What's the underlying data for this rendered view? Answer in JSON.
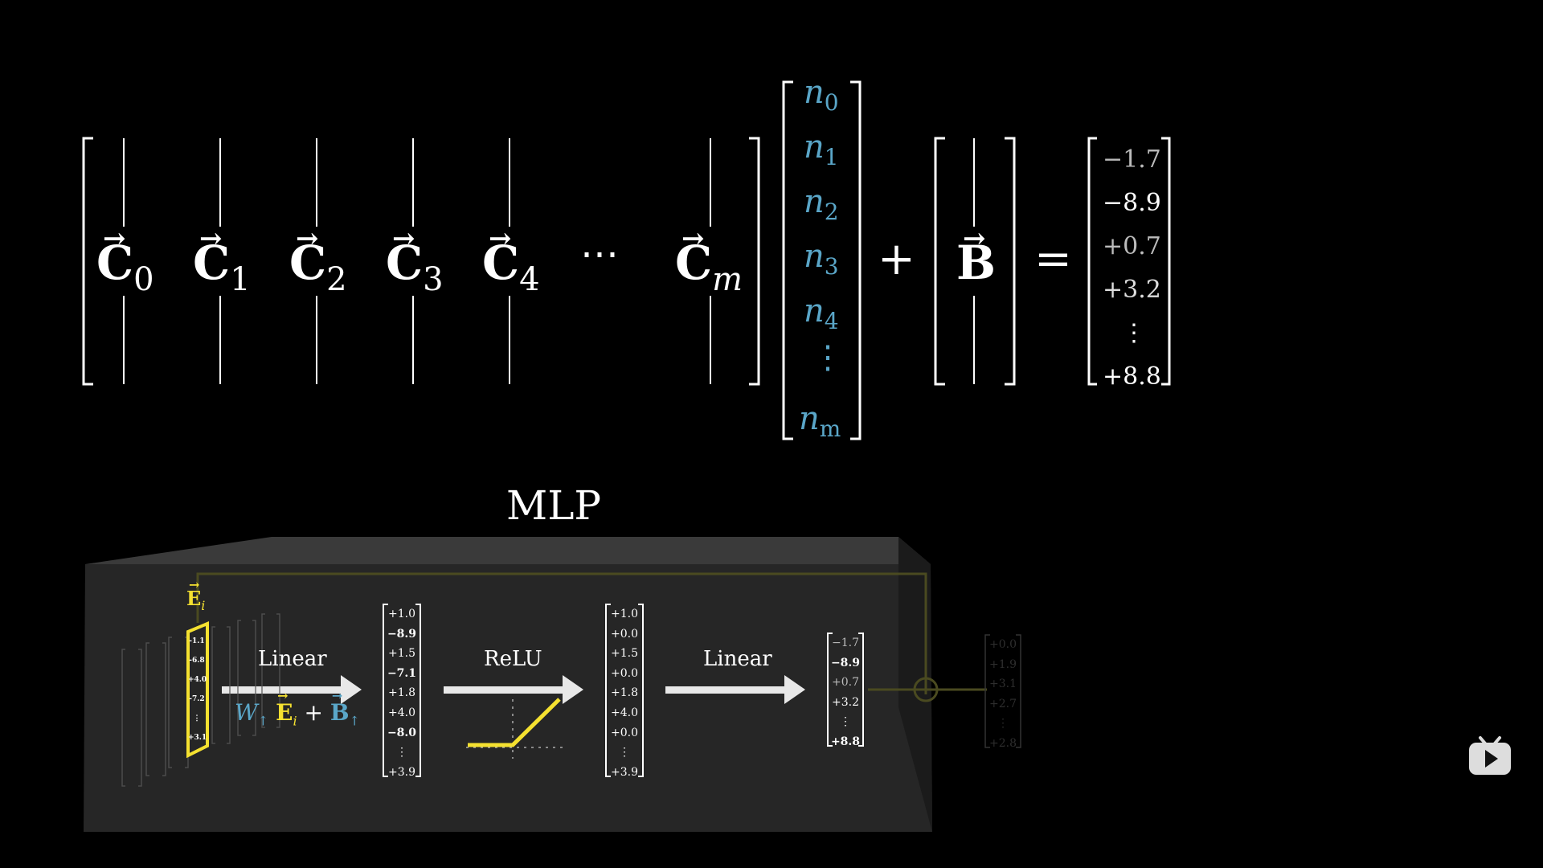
{
  "equation": {
    "columns": [
      {
        "base": "C",
        "sub": "0"
      },
      {
        "base": "C",
        "sub": "1"
      },
      {
        "base": "C",
        "sub": "2"
      },
      {
        "base": "C",
        "sub": "3"
      },
      {
        "base": "C",
        "sub": "4"
      },
      {
        "base": "C",
        "sub": "m"
      }
    ],
    "ellipsis": "⋯",
    "n_labels": [
      {
        "base": "n",
        "sub": "0"
      },
      {
        "base": "n",
        "sub": "1"
      },
      {
        "base": "n",
        "sub": "2"
      },
      {
        "base": "n",
        "sub": "3"
      },
      {
        "base": "n",
        "sub": "4"
      },
      {
        "base": "n",
        "sub": "m"
      }
    ],
    "n_vdots": "⋮",
    "plus": "+",
    "bias": "B",
    "equals": "=",
    "result": [
      "−1.7",
      "−8.9",
      "+0.7",
      "+3.2",
      "⋮",
      "+8.8"
    ]
  },
  "mlp": {
    "title": "MLP",
    "input_label_base": "E",
    "input_label_sub": "i",
    "layer1_label": "Linear",
    "layer1_formula": {
      "w": "W",
      "arrow": "↑",
      "e": "E",
      "e_sub": "i",
      "plus": "+",
      "b": "B",
      "b_arrow": "↑"
    },
    "hidden": [
      "+1.0",
      "−8.9",
      "+1.5",
      "−7.1",
      "+1.8",
      "+4.0",
      "−8.0",
      "⋮",
      "+3.9"
    ],
    "layer2_label": "ReLU",
    "relu_out": [
      "+1.0",
      "+0.0",
      "+1.5",
      "+0.0",
      "+1.8",
      "+4.0",
      "+0.0",
      "⋮",
      "+3.9"
    ],
    "layer3_label": "Linear",
    "output": [
      "−1.7",
      "−8.9",
      "+0.7",
      "+3.2",
      "⋮",
      "+8.8"
    ],
    "input_values": [
      "-1.1",
      "-6.8",
      "+4.0",
      "-7.2",
      "⋮",
      "+3.1"
    ],
    "ghost_values": [
      "+0.0",
      "+1.9",
      "+3.1",
      "+2.7",
      "⋮",
      "+2.8"
    ]
  },
  "colors": {
    "accent_blue": "#5aa6c8",
    "highlight_yellow": "#f5e130",
    "box_face": "#262626"
  },
  "icons": {
    "logo": "bilibili-tv-icon"
  }
}
